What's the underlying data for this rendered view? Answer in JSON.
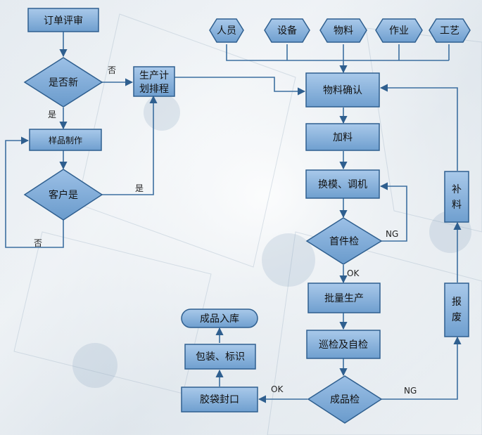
{
  "diagram": {
    "nodes": {
      "order_review": "订单评审",
      "is_new": "是否新",
      "production_plan_1": "生产计",
      "production_plan_2": "划排程",
      "sample_making": "样品制作",
      "customer_ok": "客户是",
      "staff": "人员",
      "equipment": "设备",
      "material": "物料",
      "operation": "作业",
      "process": "工艺",
      "material_confirm": "物料确认",
      "feeding": "加料",
      "mold_change": "换模、调机",
      "first_article": "首件检",
      "mass_production": "批量生产",
      "patrol_inspection": "巡检及自检",
      "final_inspection": "成品检",
      "glue_seal": "胶袋封口",
      "pack_label": "包装、标识",
      "warehouse": "成品入库",
      "scrap_1": "报",
      "scrap_2": "废",
      "replenish_1": "补",
      "replenish_2": "料"
    },
    "edge_labels": {
      "no_new": "否",
      "yes_new": "是",
      "yes_customer": "是",
      "no_customer": "否",
      "ng_first": "NG",
      "ok_first": "OK",
      "ok_final": "OK",
      "ng_final": "NG"
    }
  }
}
